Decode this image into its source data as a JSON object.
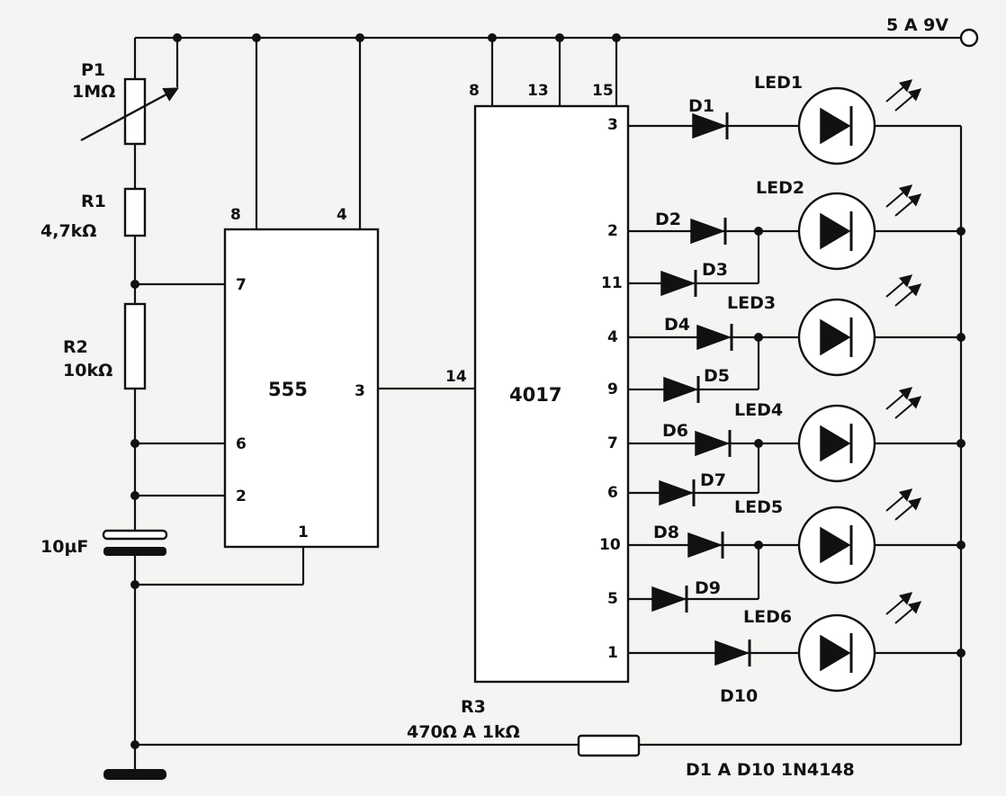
{
  "supply": {
    "label": "5 A 9V"
  },
  "components": {
    "p1": {
      "name": "P1",
      "value": "1MΩ"
    },
    "r1": {
      "name": "R1",
      "value": "4,7kΩ"
    },
    "r2": {
      "name": "R2",
      "value": "10kΩ"
    },
    "cap": {
      "value": "10µF"
    },
    "r3": {
      "name": "R3",
      "value": "470Ω A 1kΩ"
    },
    "diode_note": "D1 A D10 1N4148"
  },
  "ic555": {
    "name": "555",
    "pins": {
      "top_left": "8",
      "top_right": "4",
      "p7": "7",
      "p6": "6",
      "p2": "2",
      "p3": "3",
      "p1": "1"
    }
  },
  "ic4017": {
    "name": "4017",
    "pins": {
      "top1": "8",
      "top2": "13",
      "top3": "15",
      "clk": "14"
    },
    "outputs": [
      "3",
      "2",
      "11",
      "4",
      "9",
      "7",
      "6",
      "10",
      "5",
      "1"
    ]
  },
  "diodes": [
    "D1",
    "D2",
    "D3",
    "D4",
    "D5",
    "D6",
    "D7",
    "D8",
    "D9",
    "D10"
  ],
  "leds": [
    "LED1",
    "LED2",
    "LED3",
    "LED4",
    "LED5",
    "LED6"
  ]
}
